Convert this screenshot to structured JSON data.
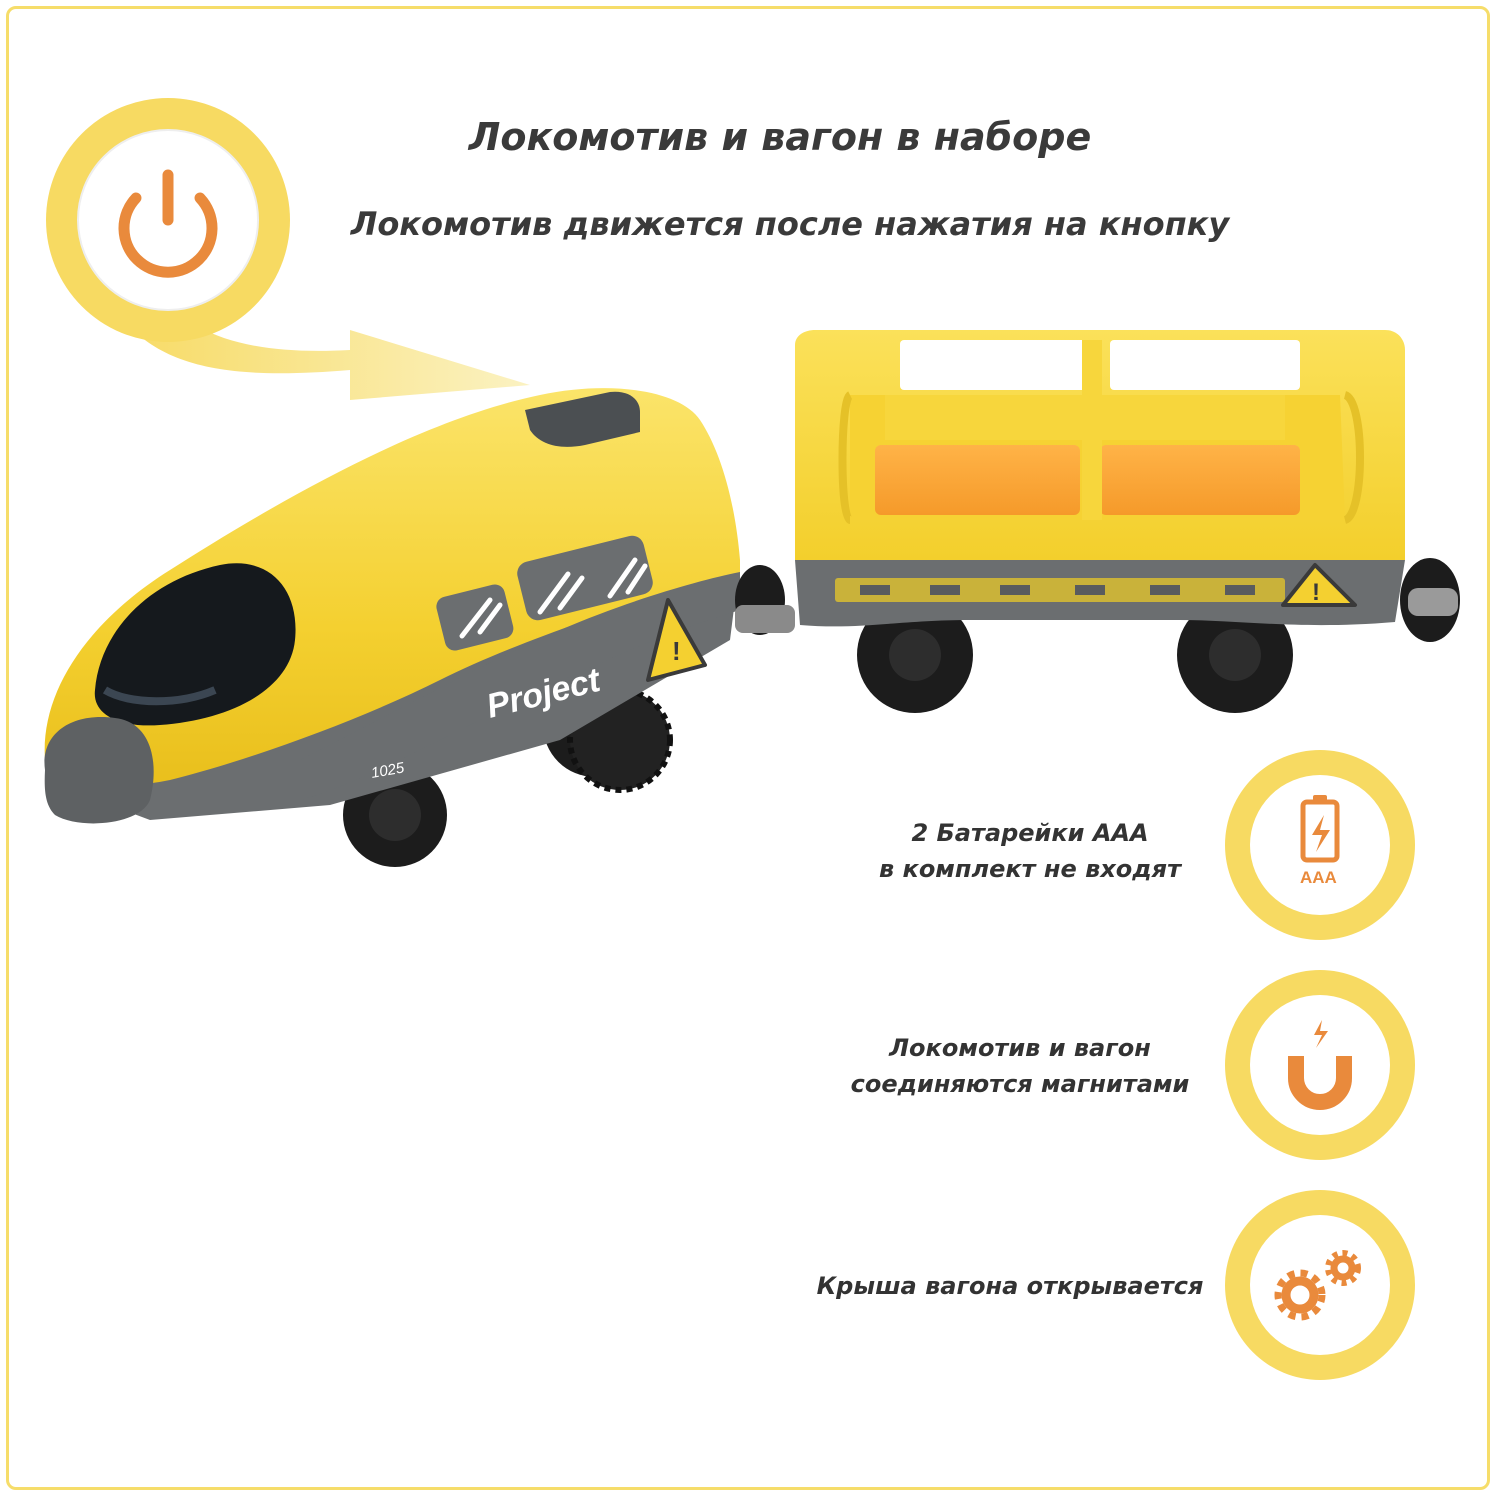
{
  "headline": {
    "title": "Локомотив и вагон в наборе",
    "subtitle": "Локомотив движется после нажатия на кнопку"
  },
  "power_badge": {
    "icon": "power-icon"
  },
  "product": {
    "brand": "Project",
    "model_number": "1025"
  },
  "features": [
    {
      "icon": "battery-icon",
      "icon_label": "AAA",
      "lines": [
        "2 Батарейки ААА",
        "в комплект не входят"
      ]
    },
    {
      "icon": "magnet-icon",
      "lines": [
        "Локомотив и вагон",
        "соединяются магнитами"
      ]
    },
    {
      "icon": "gears-icon",
      "lines": [
        "Крыша вагона открывается"
      ]
    }
  ],
  "colors": {
    "accent_yellow": "#f7da62",
    "icon_orange": "#e98a3c",
    "train_yellow": "#f7d63c",
    "train_grey": "#6b6e70"
  }
}
